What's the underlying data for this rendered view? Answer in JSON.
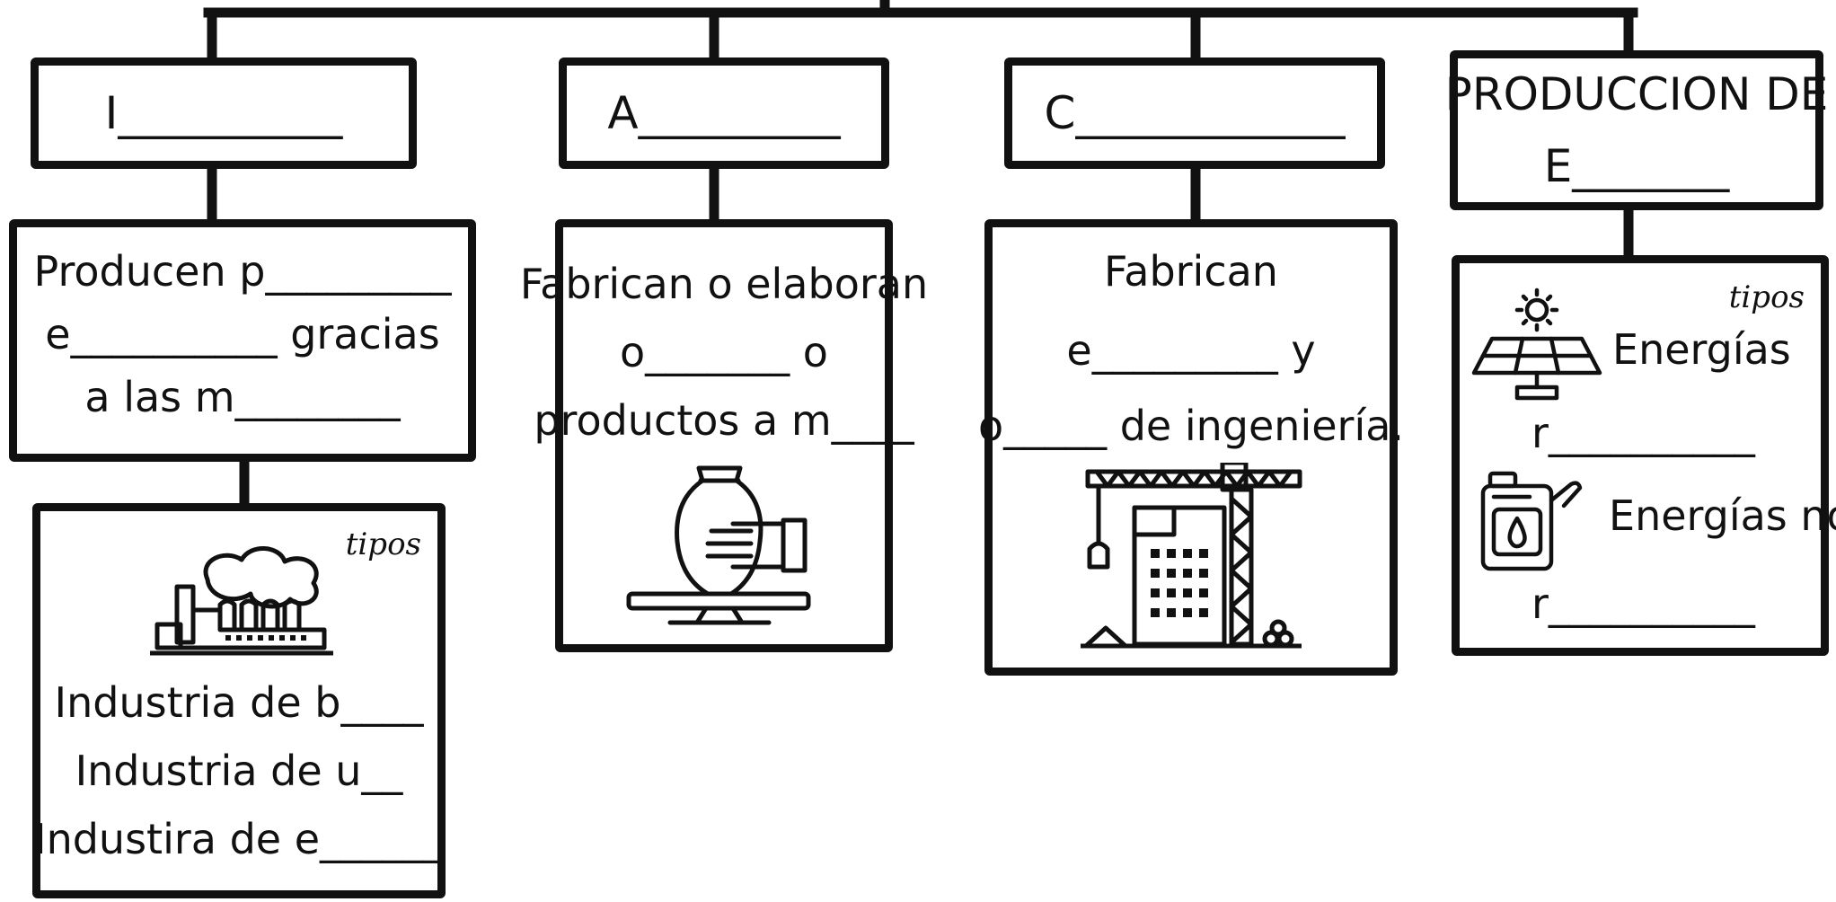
{
  "colors": {
    "ink": "#111111",
    "paper": "#ffffff"
  },
  "industria": {
    "title": "I__________",
    "description": [
      "Producen p_________",
      "e__________ gracias",
      "a las m________"
    ],
    "types_label": "tipos",
    "types": [
      "Industria de b____",
      "Industria de u__",
      "Industira de e______"
    ],
    "icon": "factory-icon"
  },
  "artesania": {
    "title": "A_________",
    "description": [
      "Fabrican o elaboran",
      "o_______ o",
      "productos a m____"
    ],
    "icon": "pottery-wheel-icon"
  },
  "construccion": {
    "title": "C____________",
    "description": [
      "Fabrican",
      "e_________ y",
      "o_____ de ingeniería."
    ],
    "icon": "crane-building-icon"
  },
  "energia": {
    "title_line1": "PRODUCCION DE",
    "title_line2": "E_______",
    "types_label": "tipos",
    "renewable_label": "Energías",
    "renewable_blank": "r__________",
    "renewable_icon": "solar-panel-icon",
    "nonrenewable_label": "Energías no",
    "nonrenewable_blank": "r__________",
    "nonrenewable_icon": "fuel-can-icon"
  }
}
